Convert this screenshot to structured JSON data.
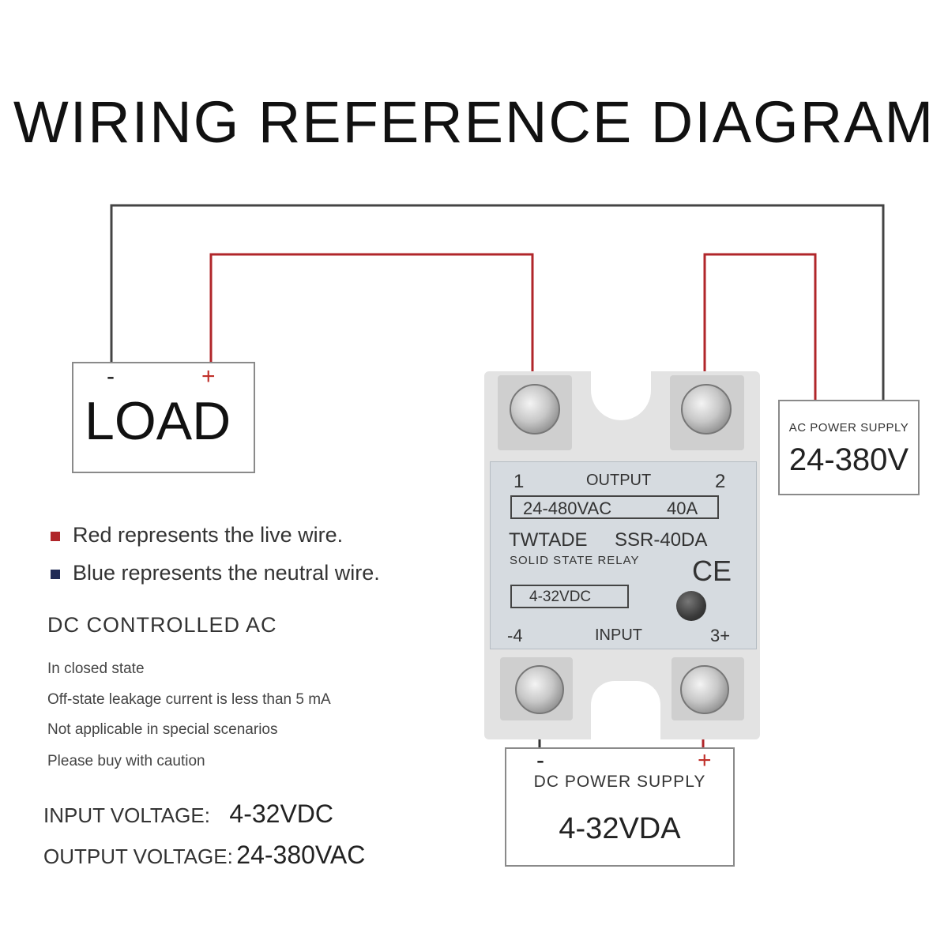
{
  "title": "WIRING REFERENCE DIAGRAM",
  "load": {
    "label": "LOAD",
    "minus": "-",
    "plus": "+"
  },
  "ac_supply": {
    "label": "AC POWER SUPPLY",
    "value": "24-380V"
  },
  "dc_supply": {
    "label": "DC POWER SUPPLY",
    "value": "4-32VDA",
    "minus": "-",
    "plus": "+"
  },
  "relay": {
    "terminal_1": "1",
    "output_label": "OUTPUT",
    "terminal_2": "2",
    "rating_voltage": "24-480VAC",
    "rating_current": "40A",
    "brand": "TWTADE",
    "model": "SSR-40DA",
    "type": "SOLID STATE RELAY",
    "ce_mark": "CE",
    "input_rating": "4-32VDC",
    "terminal_4": "-4",
    "input_label": "INPUT",
    "terminal_3": "3+"
  },
  "legend": [
    {
      "color": "#b0262a",
      "text": "Red represents the live wire."
    },
    {
      "color": "#1f2a55",
      "text": "Blue represents the neutral wire."
    }
  ],
  "mode_heading": "DC CONTROLLED AC",
  "notes": [
    "In closed state",
    "Off-state leakage current is less than 5 mA",
    "Not applicable in special scenarios",
    "Please buy with caution"
  ],
  "specs": {
    "input_label": "INPUT VOLTAGE:",
    "input_value": "4-32VDC",
    "output_label": "OUTPUT VOLTAGE:",
    "output_value": "24-380VAC"
  },
  "colors": {
    "live": "#b0262a",
    "neutral": "#333333",
    "relay_housing": "#e3e3e3",
    "relay_label": "#d6dbe0"
  }
}
